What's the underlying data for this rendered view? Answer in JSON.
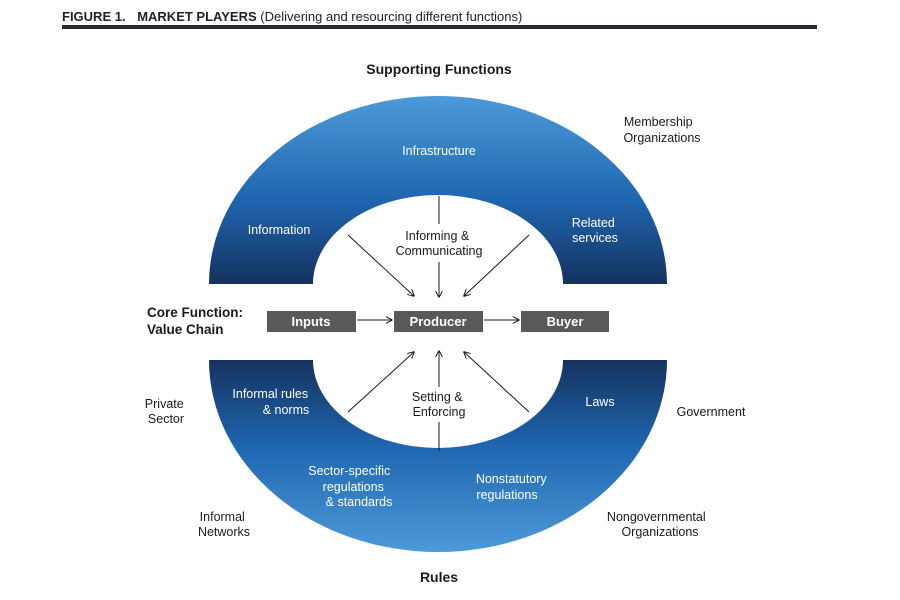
{
  "header": {
    "figure_number": "FIGURE 1.",
    "title": "MARKET PLAYERS",
    "subtitle": "(Delivering and resourcing different functions)"
  },
  "diagram": {
    "supporting_functions_title": "Supporting Functions",
    "rules_title": "Rules",
    "core_function_label": [
      "Core Function:",
      "Value Chain"
    ],
    "value_chain": {
      "inputs": "Inputs",
      "producer": "Producer",
      "buyer": "Buyer"
    },
    "top_arc": {
      "infrastructure": "Infrastructure",
      "information": "Information",
      "related_services": [
        "Related",
        "services"
      ],
      "inner_label": [
        "Informing &",
        "Communicating"
      ]
    },
    "bottom_arc": {
      "informal_rules": [
        "Informal rules",
        "& norms"
      ],
      "laws": "Laws",
      "sector_specific": [
        "Sector-specific",
        "regulations",
        "& standards"
      ],
      "nonstatutory": [
        "Nonstatutory",
        "regulations"
      ],
      "inner_label": [
        "Setting &",
        "Enforcing"
      ]
    },
    "players": {
      "membership_organizations": [
        "Membership",
        "Organizations"
      ],
      "private_sector": [
        "Private",
        "Sector"
      ],
      "government": "Government",
      "informal_networks": [
        "Informal",
        "Networks"
      ],
      "nongovernmental_organizations": [
        "Nongovernmental",
        "Organizations"
      ]
    },
    "colors": {
      "ring_dark": "#15325e",
      "ring_mid": "#1f66b0",
      "ring_light": "#4d9ad8",
      "box_fill": "#58595b",
      "rule": "#232a34"
    }
  }
}
